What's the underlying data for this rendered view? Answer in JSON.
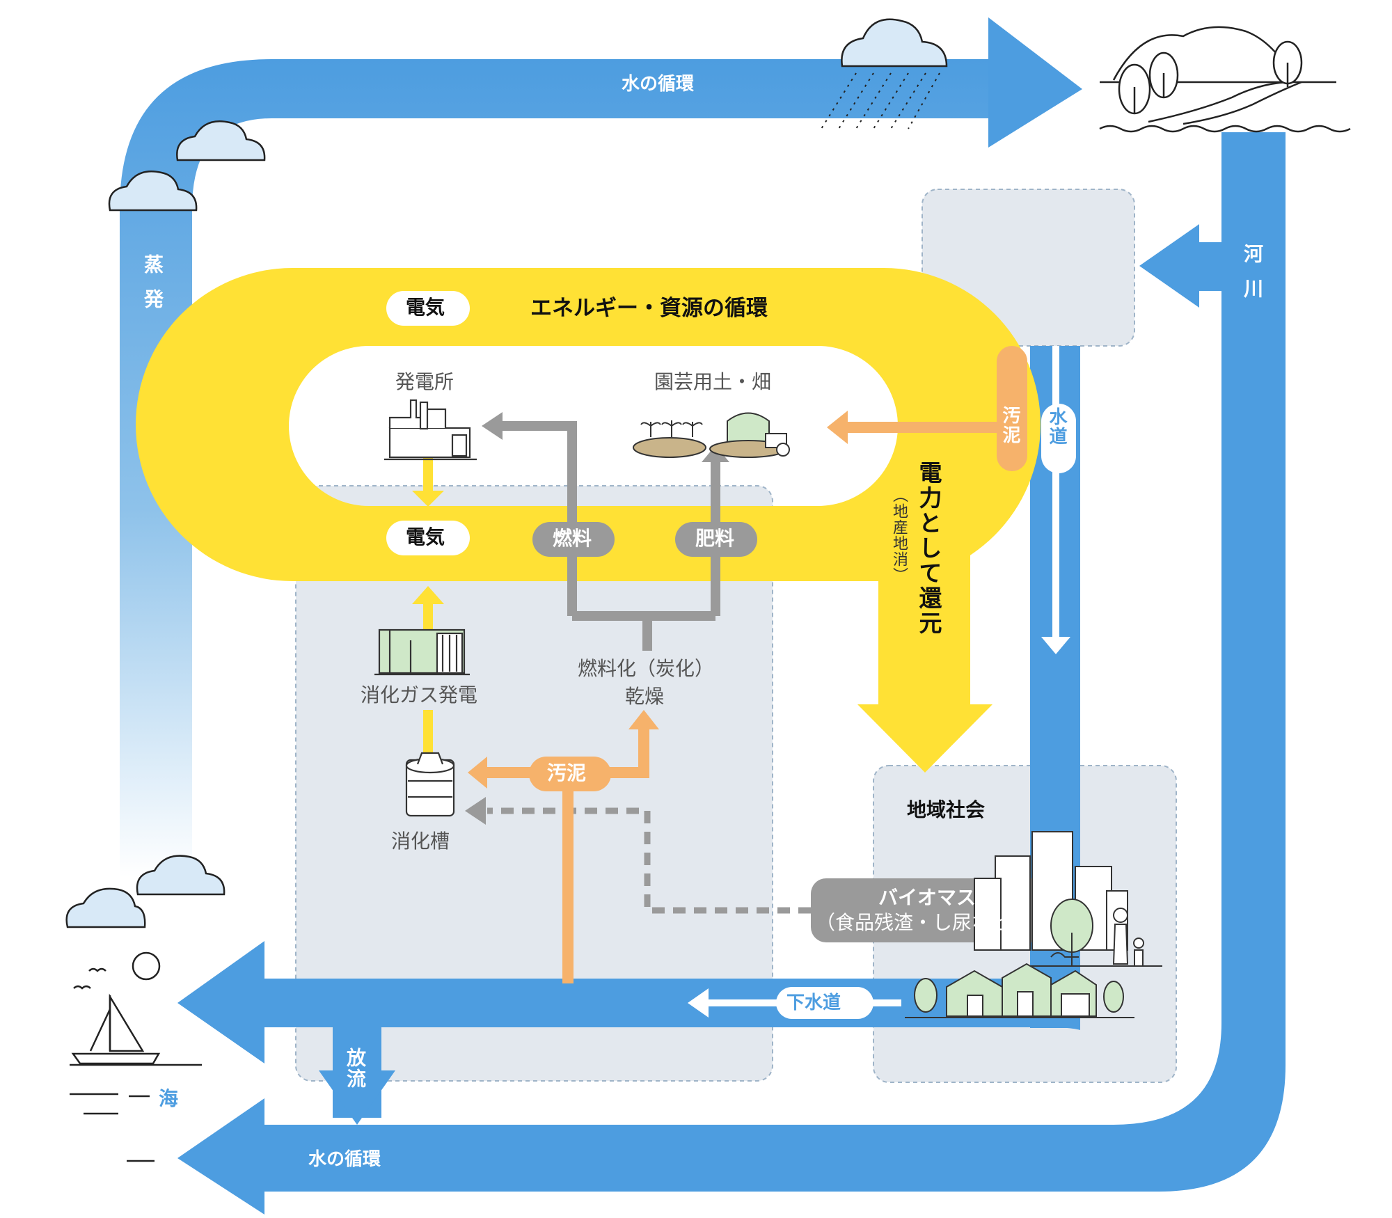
{
  "colors": {
    "water_blue": "#4d9de0",
    "energy_yellow": "#ffe135",
    "sludge_orange": "#f6b26b",
    "flow_gray": "#9a9a9a",
    "panel_gray": "#e3e8ee",
    "facility_green": "#cfe8c8"
  },
  "water_cycle": {
    "top_label": "水の循環",
    "bottom_label": "水の循環",
    "evaporation": "蒸発",
    "river": "河川",
    "sea": "海",
    "discharge": "放流",
    "water_supply": "水道",
    "sewer": "下水道"
  },
  "energy_cycle": {
    "title": "エネルギー・資源の循環",
    "electricity_top": "電気",
    "electricity_bottom": "電気",
    "fuel": "燃料",
    "fertilizer": "肥料",
    "return_as_power": "電力として還元",
    "local_production": "（地産地消）"
  },
  "facilities": {
    "power_plant": "発電所",
    "farm": "園芸用土・畑",
    "digester_gas_power": "消化ガス発電",
    "digester_tank": "消化槽",
    "fuelization_line1": "燃料化（炭化）",
    "fuelization_line2": "乾燥",
    "community": "地域社会",
    "biomass_title": "バイオマス",
    "biomass_detail": "（食品残渣・し尿など）",
    "sludge_right": "汚泥",
    "sludge_center": "汚泥"
  }
}
